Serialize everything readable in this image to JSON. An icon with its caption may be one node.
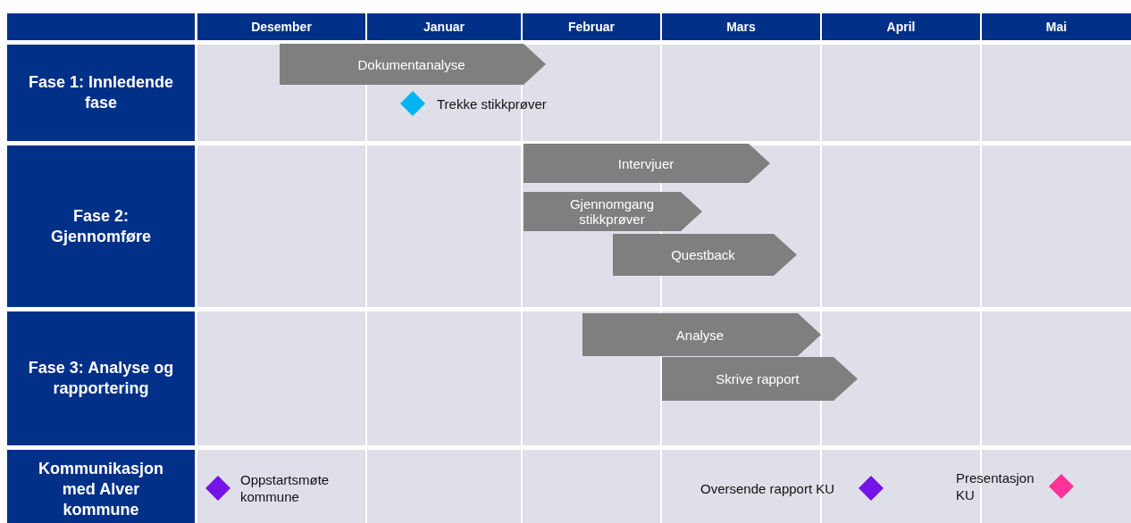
{
  "diagram": {
    "nodes": [
      {
        "text": [
          "Fase 1: Innledende fase"
        ]
      },
      {
        "text": [
          "Fase 2: Gjennomføre"
        ]
      },
      {
        "text": [
          "Fase 3: Analyse og rapportering"
        ]
      },
      {
        "text": [
          "Kommunikasjon med Alver kommune"
        ]
      },
      {
        "text": [
          "Dokumentanalyse"
        ]
      },
      {
        "text": [],
        "shape": "diamond",
        "beside": [
          "Trekke stikkprøver"
        ]
      },
      {
        "text": [
          "Intervjuer"
        ]
      },
      {
        "text": [
          "Gjennomgang stikkprøver"
        ]
      },
      {
        "text": [
          "Questback"
        ]
      },
      {
        "text": [
          "Analyse"
        ]
      },
      {
        "text": [
          "Skrive rapport"
        ]
      },
      {
        "text": [],
        "shape": "diamond",
        "beside": [
          "Oppstartsmøte kommune"
        ]
      },
      {
        "text": [],
        "shape": "diamond",
        "beside": [
          "Oversende rapport KU"
        ]
      },
      {
        "text": [],
        "shape": "diamond",
        "beside": [
          "Presentasjon KU"
        ]
      }
    ],
    "edges": [],
    "labels": [
      "Desember",
      "Januar",
      "Februar",
      "Mars",
      "April",
      "Mai"
    ]
  }
}
